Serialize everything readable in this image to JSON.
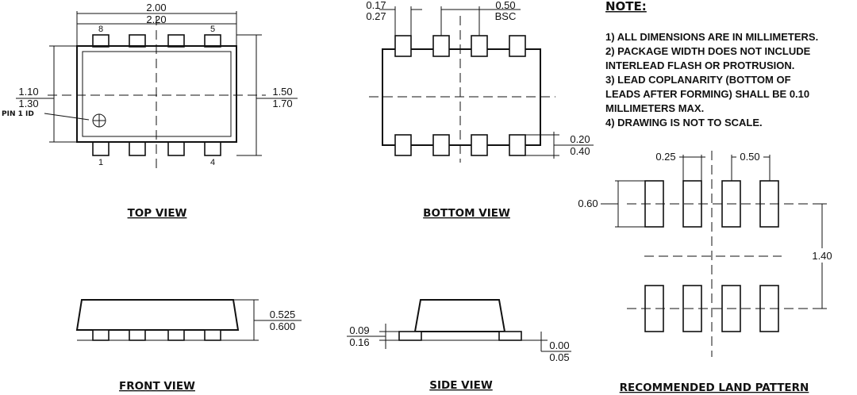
{
  "views": {
    "top": {
      "title": "TOP VIEW",
      "dim_width_min": "2.00",
      "dim_width_max": "2.20",
      "dim_height_min": "1.10",
      "dim_height_max": "1.30",
      "dim_total_min": "1.50",
      "dim_total_max": "1.70",
      "pin_label_8": "8",
      "pin_label_5": "5",
      "pin_label_1": "1",
      "pin_label_4": "4",
      "pin1_id": "PIN 1 ID"
    },
    "bottom": {
      "title": "BOTTOM VIEW",
      "dim_lead_min": "0.17",
      "dim_lead_max": "0.27",
      "dim_pitch": "0.50",
      "dim_pitch_note": "BSC",
      "dim_lead_len_min": "0.20",
      "dim_lead_len_max": "0.40"
    },
    "front": {
      "title": "FRONT VIEW",
      "dim_height_min": "0.525",
      "dim_height_max": "0.600"
    },
    "side": {
      "title": "SIDE VIEW",
      "dim_lead_thk_min": "0.09",
      "dim_lead_thk_max": "0.16",
      "dim_standoff_min": "0.00",
      "dim_standoff_max": "0.05"
    },
    "land": {
      "title": "RECOMMENDED LAND PATTERN",
      "dim_pad_width": "0.25",
      "dim_pitch": "0.50",
      "dim_pad_len": "0.60",
      "dim_row_spacing": "1.40"
    }
  },
  "notes": {
    "heading": "NOTE:",
    "lines": [
      "1) ALL DIMENSIONS ARE IN MILLIMETERS.",
      "2) PACKAGE WIDTH DOES NOT INCLUDE",
      "INTERLEAD FLASH OR PROTRUSION.",
      "3) LEAD COPLANARITY (BOTTOM OF",
      "LEADS AFTER FORMING) SHALL BE 0.10",
      "MILLIMETERS MAX.",
      "4) DRAWING IS NOT TO SCALE."
    ]
  }
}
